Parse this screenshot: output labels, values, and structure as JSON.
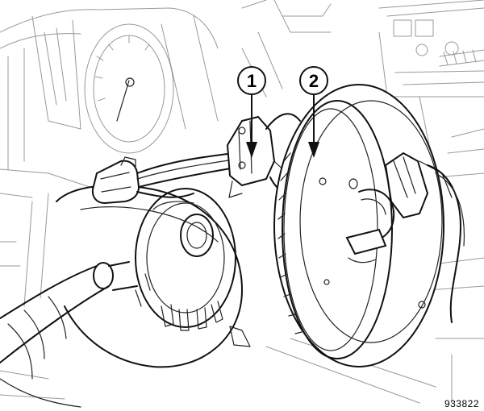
{
  "figure": {
    "callouts": [
      {
        "label": "1",
        "refers_to": "clockspring-connector"
      },
      {
        "label": "2",
        "refers_to": "clockspring"
      }
    ],
    "figure_id": "933822"
  }
}
